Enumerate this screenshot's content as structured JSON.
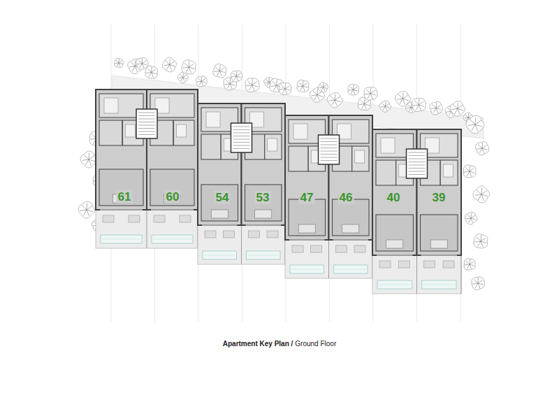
{
  "diagram": {
    "caption": "Apartment Key Plan /",
    "labels": [
      "61",
      "60",
      "54",
      "53",
      "47",
      "46",
      "40",
      "39",
      "Ground Floor"
    ]
  }
}
